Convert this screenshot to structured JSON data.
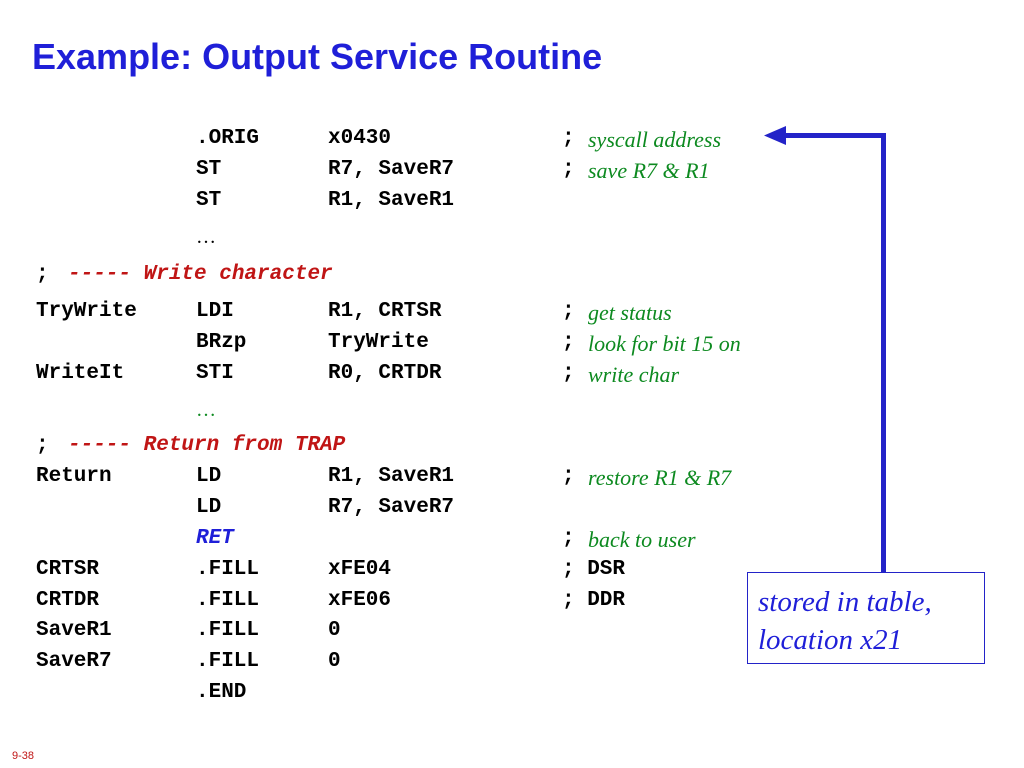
{
  "slide": {
    "title": "Example: Output Service Routine",
    "number": "9-38"
  },
  "code": {
    "lines": [
      {
        "label": "",
        "op": ".ORIG",
        "arg": "x0430",
        "semi": ";",
        "comment": "syscall address"
      },
      {
        "label": "",
        "op": "ST",
        "arg": "R7, SaveR7",
        "semi": ";",
        "comment": "save R7 & R1"
      },
      {
        "label": "",
        "op": "ST",
        "arg": "R1, SaveR1",
        "semi": "",
        "comment": ""
      },
      {
        "label": "",
        "op": "…",
        "arg": "",
        "semi": "",
        "comment": ""
      },
      {
        "semi_prefix": ";",
        "section": "----- Write character"
      },
      {
        "label": "TryWrite",
        "op": "LDI",
        "arg": "R1, CRTSR",
        "semi": ";",
        "comment": "get status"
      },
      {
        "label": "",
        "op": "BRzp",
        "arg": "TryWrite",
        "semi": ";",
        "comment": "look for bit 15 on"
      },
      {
        "label": "WriteIt",
        "op": "STI",
        "arg": "R0, CRTDR",
        "semi": ";",
        "comment": "write char"
      },
      {
        "label": "",
        "op": "…",
        "arg": "",
        "semi": "",
        "comment": ""
      },
      {
        "semi_prefix": ";",
        "section": "----- Return from TRAP"
      },
      {
        "label": "Return",
        "op": "LD",
        "arg": "R1, SaveR1",
        "semi": ";",
        "comment": "restore R1 & R7"
      },
      {
        "label": "",
        "op": "LD",
        "arg": "R7, SaveR7",
        "semi": "",
        "comment": ""
      },
      {
        "label": "",
        "op": "RET",
        "arg": "",
        "semi": ";",
        "comment": "back to user"
      },
      {
        "label": "CRTSR",
        "op": ".FILL",
        "arg": "xFE04",
        "semi": "",
        "comment": "; DSR"
      },
      {
        "label": "CRTDR",
        "op": ".FILL",
        "arg": "xFE06",
        "semi": "",
        "comment": "; DDR"
      },
      {
        "label": "SaveR1",
        "op": ".FILL",
        "arg": "0",
        "semi": "",
        "comment": ""
      },
      {
        "label": "SaveR7",
        "op": ".FILL",
        "arg": "0",
        "semi": "",
        "comment": ""
      },
      {
        "label": "",
        "op": ".END",
        "arg": "",
        "semi": "",
        "comment": ""
      }
    ]
  },
  "callout": {
    "line1": "stored in table,",
    "line2": "location x21"
  },
  "colors": {
    "title": "#1f1fd8",
    "comment": "#0d8a20",
    "section": "#c01515",
    "arrow": "#2323c8"
  }
}
